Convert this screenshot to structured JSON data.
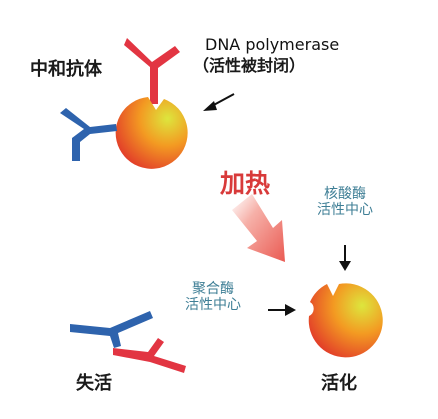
{
  "labels": {
    "neutralizing_antibody": "中和抗体",
    "dna_polymerase": "DNA polymerase",
    "activity_blocked": "（活性被封闭）",
    "heat": "加热",
    "nuclease_site_line1": "核酸酶",
    "nuclease_site_line2": "活性中心",
    "polymerase_site_line1": "聚合酶",
    "polymerase_site_line2": "活性中心",
    "inactivated": "失活",
    "activated": "活化"
  },
  "colors": {
    "antibody_red": "#e23542",
    "antibody_blue": "#2e63ad",
    "enzyme_yellow": "#d9e23a",
    "enzyme_orange": "#f08a1e",
    "enzyme_red": "#e2342a",
    "heat_text": "#d83a3a",
    "site_text": "#3f7f96"
  },
  "icons": {
    "big_arrow": "diagonal-gradient-arrow",
    "pointer_arrows": "black-arrow"
  }
}
